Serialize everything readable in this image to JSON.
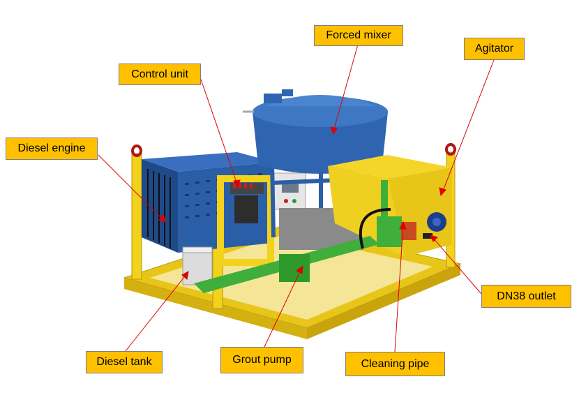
{
  "labels": {
    "forced_mixer": "Forced mixer",
    "agitator": "Agitator",
    "control_unit": "Control unit",
    "diesel_engine": "Diesel engine",
    "dn38_outlet": "DN38 outlet",
    "diesel_tank": "Diesel tank",
    "grout_pump": "Grout pump",
    "cleaning_pipe": "Cleaning pipe"
  },
  "colors": {
    "label_fill": "#ffc000",
    "leader_line": "#e00000",
    "frame_yellow": "#f2d21b",
    "machine_blue": "#2a5fa8",
    "pump_green": "#3fae3a"
  }
}
